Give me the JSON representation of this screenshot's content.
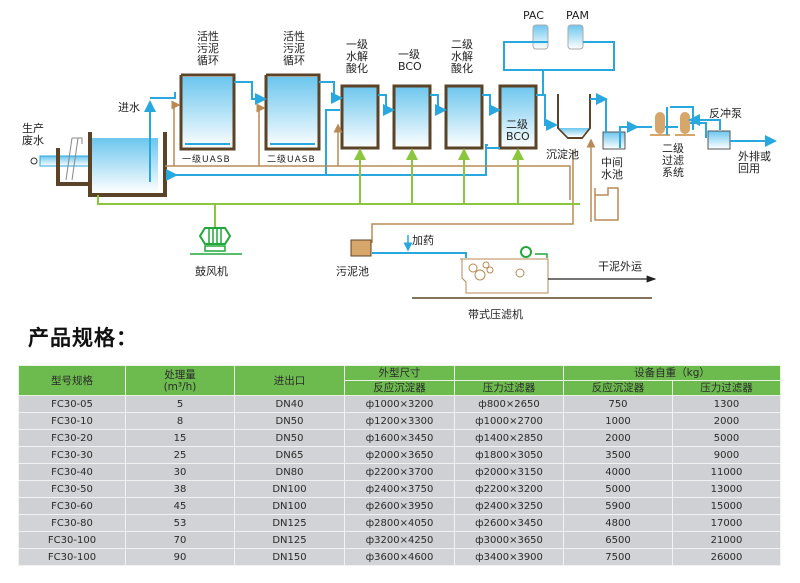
{
  "diagram": {
    "labels": {
      "raw_wastewater": [
        "生产",
        "废水"
      ],
      "inlet": "进水",
      "sludge_recycle_1": [
        "活性",
        "污泥",
        "循环"
      ],
      "sludge_recycle_2": [
        "活性",
        "污泥",
        "循环"
      ],
      "hydrolysis_1": [
        "一级",
        "水解",
        "酸化"
      ],
      "bco_1": [
        "一级",
        "BCO"
      ],
      "hydrolysis_2": [
        "二级",
        "水解",
        "酸化"
      ],
      "bco_2": [
        "二级",
        "BCO"
      ],
      "uasb_1": "一级UASB",
      "uasb_2": "二级UASB",
      "pac": "PAC",
      "pam": "PAM",
      "sedimentation": "沉淀池",
      "intermediate_tank": [
        "中间",
        "水池"
      ],
      "secondary_filter": [
        "二级",
        "过滤",
        "系统"
      ],
      "backwash_pump": "反冲泵",
      "discharge": [
        "外排或",
        "回用"
      ],
      "blower": "鼓风机",
      "sludge_tank": "污泥池",
      "dosing": "加药",
      "dry_sludge": "干泥外运",
      "belt_press": "带式压滤机"
    },
    "colors": {
      "water_line": "#29a8e0",
      "sludge_line": "#b98a55",
      "air_line": "#8cc63f",
      "tank_wall": "#5a4326",
      "water_fill": "#7fcdf0",
      "blower": "#22a83a",
      "equipment": "#d6a66a"
    }
  },
  "section_title": "产品规格：",
  "table": {
    "headers": {
      "model": "型号规格",
      "capacity": "处理量",
      "capacity_unit": "(m³/h)",
      "port": "进出口",
      "dimension_group": "外型尺寸",
      "weight_group": "设备自重（kg）",
      "dim_reactor": "反应沉淀器",
      "dim_filter": "压力过滤器",
      "wt_reactor": "反应沉淀器",
      "wt_filter": "压力过滤器"
    },
    "rows": [
      [
        "FC30-05",
        "5",
        "DN40",
        "ф1000×3200",
        "ф800×2650",
        "750",
        "1300"
      ],
      [
        "FC30-10",
        "8",
        "DN50",
        "ф1200×3300",
        "ф1000×2700",
        "1000",
        "2000"
      ],
      [
        "FC30-20",
        "15",
        "DN50",
        "ф1600×3450",
        "ф1400×2850",
        "2000",
        "5000"
      ],
      [
        "FC30-30",
        "25",
        "DN65",
        "ф2000×3650",
        "ф1800×3050",
        "3500",
        "9000"
      ],
      [
        "FC30-40",
        "30",
        "DN80",
        "ф2200×3700",
        "ф2000×3150",
        "4000",
        "11000"
      ],
      [
        "FC30-50",
        "38",
        "DN100",
        "ф2400×3750",
        "ф2200×3200",
        "5000",
        "13000"
      ],
      [
        "FC30-60",
        "45",
        "DN100",
        "ф2600×3950",
        "ф2400×3250",
        "5900",
        "15000"
      ],
      [
        "FC30-80",
        "53",
        "DN125",
        "ф2800×4050",
        "ф2600×3450",
        "4800",
        "17000"
      ],
      [
        "FC30-100",
        "70",
        "DN125",
        "ф3200×4250",
        "ф3000×3650",
        "6500",
        "21000"
      ],
      [
        "FC30-100",
        "90",
        "DN150",
        "ф3600×4600",
        "ф3400×3900",
        "7500",
        "26000"
      ]
    ]
  }
}
